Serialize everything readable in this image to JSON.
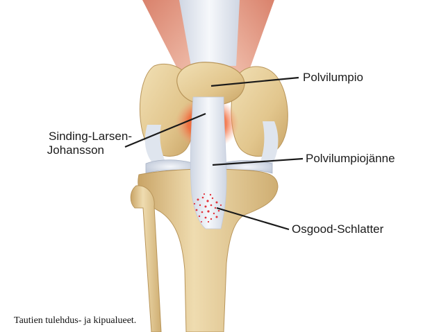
{
  "labels": {
    "patella": "Polvilumpio",
    "slj_line1": "Sinding-Larsen-",
    "slj_line2": "Johansson",
    "patellar_tendon": "Polvilumpiojänne",
    "osgood": "Osgood-Schlatter"
  },
  "caption": "Tautien tulehdus- ja kipualueet.",
  "colors": {
    "bone": "#e6cf9c",
    "bone_shade": "#c9a869",
    "tendon": "#e9edf4",
    "inflammation": "#f05a2a",
    "muscle": "#e9a48c",
    "leader_line": "#1a1a1a"
  }
}
